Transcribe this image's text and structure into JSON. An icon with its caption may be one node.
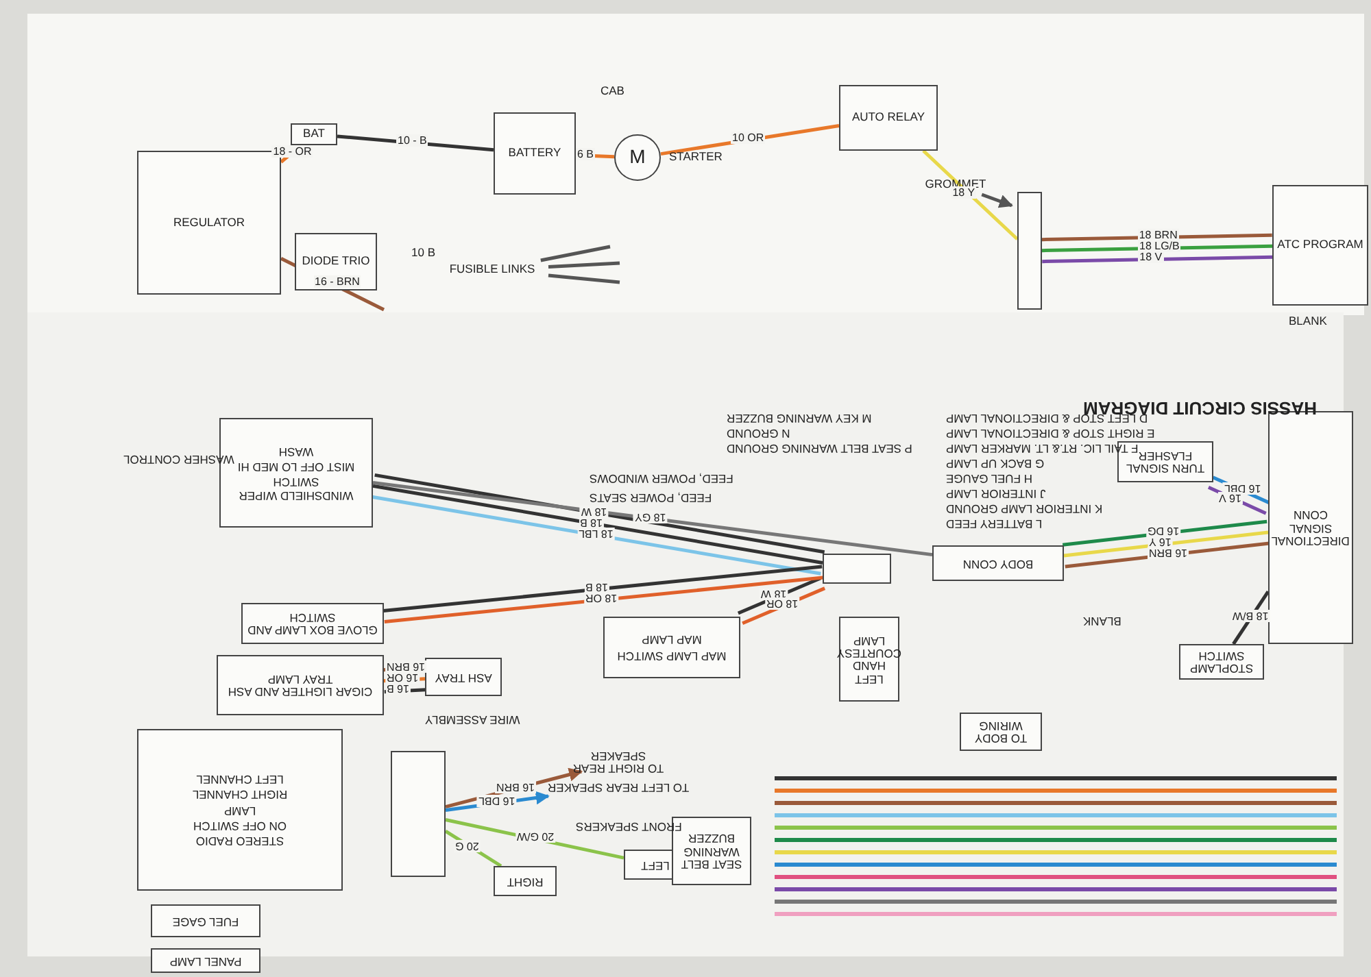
{
  "diagram": {
    "title": "HASSIS CIRCUIT DIAGRAM",
    "nodes": [
      {
        "text": [
          "REGULATOR"
        ]
      },
      {
        "text": [
          "DIODE TRIO"
        ]
      },
      {
        "text": [
          "BAT"
        ]
      },
      {
        "text": [
          "BATTERY"
        ]
      },
      {
        "text": [
          "M"
        ],
        "beside": [
          "STARTER"
        ]
      },
      {
        "text": [
          "FUSIBLE LINKS"
        ]
      },
      {
        "text": [
          "AUTO RELAY"
        ]
      },
      {
        "text": [
          "GROMMET"
        ]
      },
      {
        "text": [
          "ATC PROGRAM"
        ]
      },
      {
        "text": [],
        "shape": "box"
      },
      {
        "text": [
          "WINDSHIELD WIPER SWITCH",
          "MIST OFF LO MED HI",
          "WASH"
        ],
        "beside": [
          "WASHER CONTROL"
        ]
      },
      {
        "text": [
          "MAP LAMP SWITCH",
          "MAP LAMP"
        ]
      },
      {
        "text": [
          "GLOVE BOX LAMP AND SWITCH"
        ]
      },
      {
        "text": [
          "CIGAR LIGHTER AND ASH TRAY LAMP"
        ]
      },
      {
        "text": [
          "ASH TRAY"
        ]
      },
      {
        "text": [
          "STEREO RADIO",
          "ON OFF SWITCH",
          "LAMP",
          "RIGHT CHANNEL",
          "LEFT CHANNEL"
        ]
      },
      {
        "text": [
          "RIGHT"
        ]
      },
      {
        "text": [
          "LEFT"
        ]
      },
      {
        "text": [],
        "shape": "box"
      },
      {
        "text": [
          "SEAT BELT WARNING BUZZER"
        ]
      },
      {
        "text": [
          "LEFT HAND COURTESY LAMP"
        ]
      },
      {
        "text": [
          "BODY CONN"
        ]
      },
      {
        "text": [],
        "shape": "box"
      },
      {
        "text": [
          "DIRECTIONAL SIGNAL CONN"
        ]
      },
      {
        "text": [
          "TURN SIGNAL FLASHER"
        ]
      },
      {
        "text": [
          "STOPLAMP SWITCH"
        ]
      },
      {
        "text": [
          "FUEL GAGE"
        ]
      },
      {
        "text": [
          "PANEL LAMP"
        ]
      },
      {
        "text": [
          "TO BODY WIRING"
        ]
      },
      {
        "text": [
          "TO RIGHT REAR SPEAKER"
        ]
      },
      {
        "text": [
          "TO LEFT REAR SPEAKER"
        ]
      }
    ],
    "edges": [
      {
        "from": 0,
        "to": 2,
        "arrow": "none",
        "label": "18 - OR",
        "color": "#e8782a"
      },
      {
        "from": 0,
        "to": null,
        "arrow": "none",
        "label": "16 - BRN",
        "color": "#9a5a3a"
      },
      {
        "from": 2,
        "to": 3,
        "arrow": "none",
        "label": "10 - B",
        "color": "#333333"
      },
      {
        "from": 3,
        "to": 4,
        "arrow": "none",
        "label": "6 B",
        "color": "#e8782a"
      },
      {
        "from": 5,
        "to": null,
        "arrow": "none",
        "color": "#555555"
      },
      {
        "from": 5,
        "to": null,
        "arrow": "none",
        "color": "#555555"
      },
      {
        "from": 5,
        "to": null,
        "arrow": "none",
        "color": "#555555"
      },
      {
        "from": 4,
        "to": 6,
        "arrow": "none",
        "label": "10 OR",
        "color": "#e8782a"
      },
      {
        "from": 6,
        "to": 9,
        "arrow": "none",
        "label": "18 Y",
        "color": "#e8d84a"
      },
      {
        "from": 7,
        "to": null,
        "arrow": "to",
        "color": "#555555"
      },
      {
        "from": 9,
        "to": 8,
        "arrow": "none",
        "label": "18 BRN",
        "color": "#9a5a3a"
      },
      {
        "from": 9,
        "to": 8,
        "arrow": "none",
        "label": "18 LG/B",
        "color": "#3aa040"
      },
      {
        "from": 9,
        "to": 8,
        "arrow": "none",
        "label": "18 V",
        "color": "#7a4aa8"
      },
      {
        "from": 10,
        "to": 22,
        "arrow": "none",
        "label": "18 W",
        "color": "#333333"
      },
      {
        "from": 10,
        "to": 22,
        "arrow": "none",
        "label": "18 B",
        "color": "#333333"
      },
      {
        "from": 10,
        "to": 22,
        "arrow": "none",
        "label": "18 LBL",
        "color": "#7cc4e8"
      },
      {
        "from": 10,
        "to": 21,
        "arrow": "none",
        "label": "18 GY",
        "color": "#777777"
      },
      {
        "from": 11,
        "to": 22,
        "arrow": "none",
        "label": "18 W",
        "color": "#333333"
      },
      {
        "from": 11,
        "to": 22,
        "arrow": "none",
        "label": "18 OR",
        "color": "#e0602a"
      },
      {
        "from": 12,
        "to": 22,
        "arrow": "none",
        "label": "18 B",
        "color": "#333333"
      },
      {
        "from": 12,
        "to": 22,
        "arrow": "none",
        "label": "18 OR",
        "color": "#e0602a"
      },
      {
        "from": 13,
        "to": 14,
        "arrow": "none",
        "label": "16 BRN",
        "color": "#9a5a3a"
      },
      {
        "from": 13,
        "to": 14,
        "arrow": "none",
        "label": "16 OR",
        "color": "#e8782a"
      },
      {
        "from": 13,
        "to": 14,
        "arrow": "none",
        "label": "16 B",
        "color": "#333333"
      },
      {
        "from": 18,
        "to": 16,
        "arrow": "none",
        "label": "20 G",
        "color": "#8bc34a"
      },
      {
        "from": 18,
        "to": 17,
        "arrow": "none",
        "label": "20 G/W",
        "color": "#8bc34a"
      },
      {
        "from": 18,
        "to": 29,
        "arrow": "to",
        "label": "16 BRN",
        "color": "#9a5a3a"
      },
      {
        "from": 18,
        "to": 30,
        "arrow": "to",
        "label": "16 DBL",
        "color": "#2a8ad0"
      },
      {
        "from": 24,
        "to": 23,
        "arrow": "none",
        "label": "16 DBL",
        "color": "#2a8ad0"
      },
      {
        "from": 24,
        "to": 23,
        "arrow": "none",
        "label": "16 V",
        "color": "#7a4aa8"
      },
      {
        "from": 21,
        "to": 23,
        "arrow": "none",
        "label": "16 DG",
        "color": "#1e8a4a"
      },
      {
        "from": 21,
        "to": 23,
        "arrow": "none",
        "label": "16 Y",
        "color": "#e8d84a"
      },
      {
        "from": 21,
        "to": 23,
        "arrow": "none",
        "label": "16 BRN",
        "color": "#9a5a3a"
      },
      {
        "from": 25,
        "to": 23,
        "arrow": "none",
        "label": "18 B/W",
        "color": "#333333"
      }
    ],
    "labels": [
      "CAB",
      "10 B",
      "FEED, POWER WINDOWS",
      "FEED, POWER SEATS",
      "WIRE ASSEMBLY",
      "FRONT SPEAKERS",
      "BLANK",
      "BLANK",
      "D LEFT STOP & DIRECTIONAL LAMP",
      "E RIGHT STOP & DIRECTIONAL LAMP",
      "F TAIL LIC. RT.& LT. MARKER LAMP",
      "G BACK UP LAMP",
      "H FUEL GAUGE",
      "J INTERIOR LAMP",
      "K INTERIOR LAMP GROUND",
      "L BATTERY FEED",
      "M KEY WARNING BUZZER",
      "N GROUND",
      "P SEAT BELT WARNING GROUND"
    ]
  }
}
